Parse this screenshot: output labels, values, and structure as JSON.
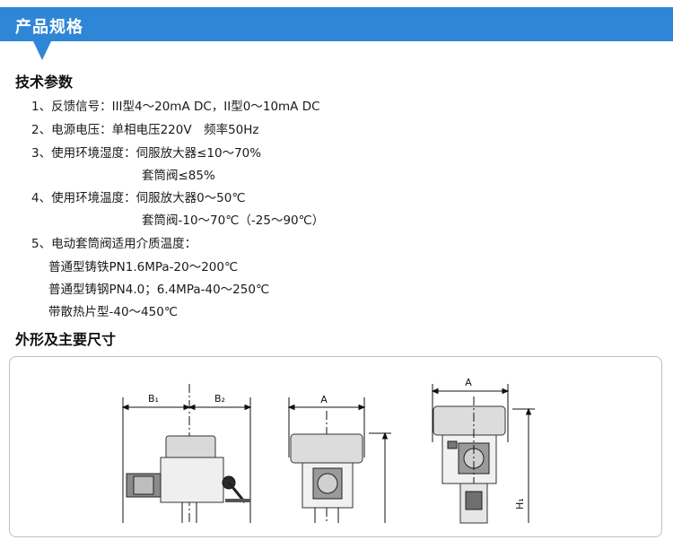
{
  "header": {
    "title": "产品规格"
  },
  "tech": {
    "heading": "技术参数",
    "lines": [
      "1、反馈信号：III型4～20mA DC，II型0～10mA DC",
      "2、电源电压：单相电压220V　频率50Hz",
      "3、使用环境湿度：伺服放大器≤10～70%",
      "套筒阀≤85%",
      "4、使用环境温度：伺服放大器0～50℃",
      "套筒阀-10～70℃（-25～90℃）",
      "5、电动套筒阀适用介质温度：",
      "普通型铸铁PN1.6MPa-20～200℃",
      "普通型铸钢PN4.0；6.4MPa-40～250℃",
      "带散热片型-40～450℃"
    ]
  },
  "dims": {
    "heading": "外形及主要尺寸",
    "labels": {
      "b1": "B₁",
      "b2": "B₂",
      "a1": "A",
      "a2": "A",
      "h1": "H₁"
    }
  },
  "colors": {
    "accent": "#2f86d6"
  }
}
